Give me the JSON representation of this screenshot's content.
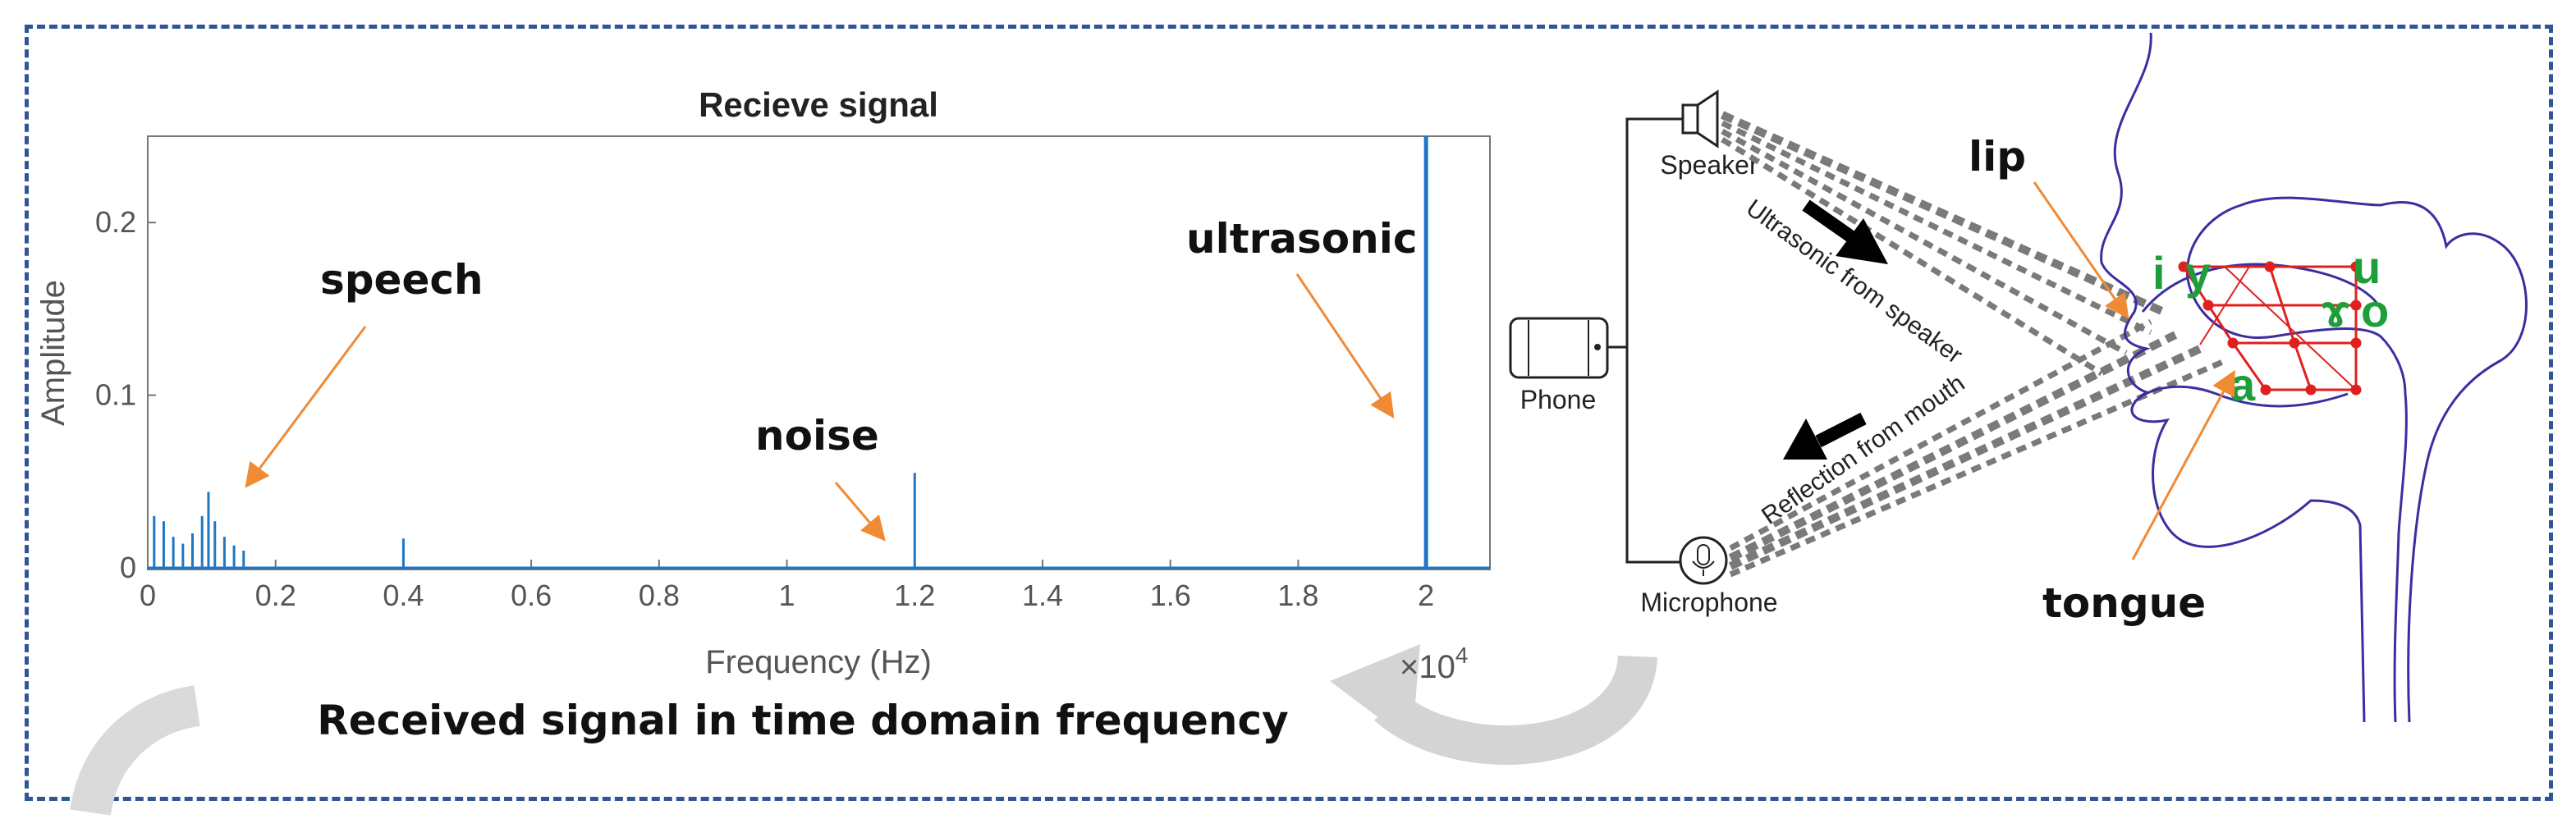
{
  "chart_data": {
    "type": "bar",
    "title": "Recieve signal",
    "xlabel": "Frequency (Hz)",
    "ylabel": "Amplitude",
    "x_multiplier": "×10",
    "x_multiplier_exp": "4",
    "xlim": [
      0,
      21000
    ],
    "ylim": [
      0,
      0.25
    ],
    "x_ticks": [
      0,
      2000,
      4000,
      6000,
      8000,
      10000,
      12000,
      14000,
      16000,
      18000,
      20000
    ],
    "x_tick_labels": [
      "0",
      "0.2",
      "0.4",
      "0.6",
      "0.8",
      "1",
      "1.2",
      "1.4",
      "1.6",
      "1.8",
      "2"
    ],
    "y_ticks": [
      0,
      0.1,
      0.2
    ],
    "y_tick_labels": [
      "0",
      "0.1",
      "0.2"
    ],
    "series": [
      {
        "x": [
          100,
          250,
          400,
          550,
          700,
          850,
          950,
          1050,
          1200,
          1350,
          1500,
          4000,
          12000,
          20000
        ],
        "values": [
          0.03,
          0.027,
          0.018,
          0.014,
          0.02,
          0.03,
          0.044,
          0.027,
          0.018,
          0.013,
          0.01,
          0.017,
          0.055,
          0.25
        ]
      }
    ],
    "grid": false
  },
  "annotations": {
    "speech": "speech",
    "noise": "noise",
    "ultrasonic": "ultrasonic",
    "caption": "Received signal in time domain frequency"
  },
  "diagram": {
    "speaker_label": "Speaker",
    "microphone_label": "Microphone",
    "phone_label": "Phone",
    "ultrasonic_path_label": "Ultrasonic from speaker",
    "reflection_path_label": "Reflection from mouth",
    "lip_label": "lip",
    "tongue_label": "tongue",
    "vowels": [
      "i",
      "y",
      "u",
      "ɤ",
      "o",
      "a"
    ]
  },
  "colors": {
    "frame": "#2f5597",
    "signal": "#1f77c4",
    "arrow": "#f08a35",
    "vowel": "#1e9e3a",
    "grid_lines": "#e0201e",
    "head_outline": "#3b2ea0"
  }
}
